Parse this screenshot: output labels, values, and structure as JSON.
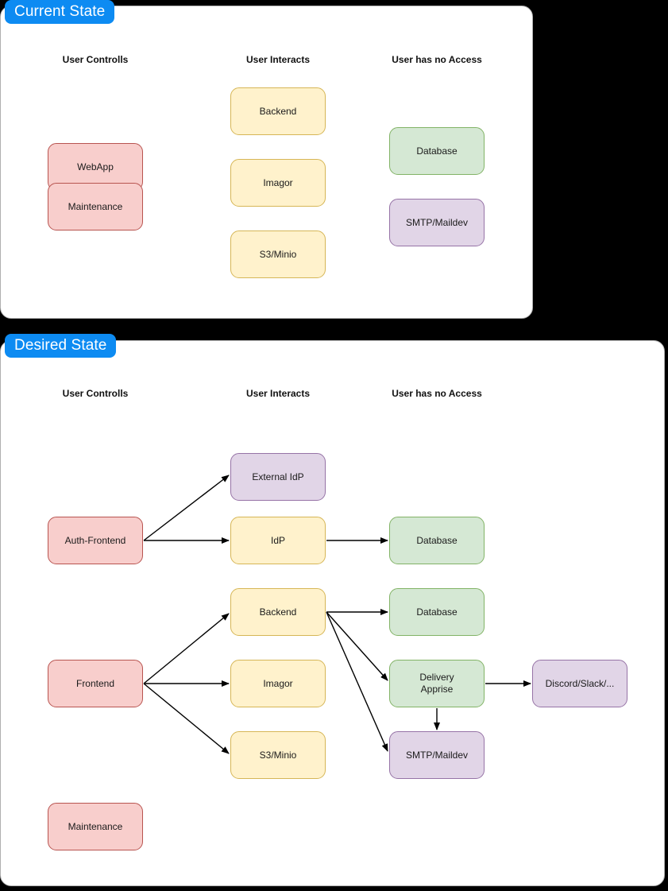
{
  "diagram": {
    "title": "Architecture: Current State vs Desired State",
    "background_color": "#000000",
    "panel_background": "#ffffff",
    "badge_color": "#0d8bf2",
    "palette": {
      "red_fill": "#f8cecc",
      "red_stroke": "#b85450",
      "yellow_fill": "#fff2cc",
      "yellow_stroke": "#d6b656",
      "green_fill": "#d5e8d4",
      "green_stroke": "#82b366",
      "purple_fill": "#e1d5e7",
      "purple_stroke": "#9673a6"
    }
  },
  "sections": [
    {
      "id": "current",
      "badge": "Current State",
      "headers": [
        {
          "label": "User Controlls"
        },
        {
          "label": "User Interacts"
        },
        {
          "label": "User has no Access"
        }
      ],
      "nodes": [
        {
          "id": "cur-webapp",
          "label": "WebApp",
          "color": "red"
        },
        {
          "id": "cur-maintenance",
          "label": "Maintenance",
          "color": "red"
        },
        {
          "id": "cur-backend",
          "label": "Backend",
          "color": "yellow"
        },
        {
          "id": "cur-imagor",
          "label": "Imagor",
          "color": "yellow"
        },
        {
          "id": "cur-s3minio",
          "label": "S3/Minio",
          "color": "yellow"
        },
        {
          "id": "cur-database",
          "label": "Database",
          "color": "green"
        },
        {
          "id": "cur-smtp",
          "label": "SMTP/Maildev",
          "color": "purple"
        }
      ],
      "edges": []
    },
    {
      "id": "desired",
      "badge": "Desired State",
      "headers": [
        {
          "label": "User Controlls"
        },
        {
          "label": "User Interacts"
        },
        {
          "label": "User has no Access"
        }
      ],
      "nodes": [
        {
          "id": "des-authfrontend",
          "label": "Auth-Frontend",
          "color": "red"
        },
        {
          "id": "des-frontend",
          "label": "Frontend",
          "color": "red"
        },
        {
          "id": "des-maintenance",
          "label": "Maintenance",
          "color": "red"
        },
        {
          "id": "des-externalidp",
          "label": "External IdP",
          "color": "purple"
        },
        {
          "id": "des-idp",
          "label": "IdP",
          "color": "yellow"
        },
        {
          "id": "des-backend",
          "label": "Backend",
          "color": "yellow"
        },
        {
          "id": "des-imagor",
          "label": "Imagor",
          "color": "yellow"
        },
        {
          "id": "des-s3minio",
          "label": "S3/Minio",
          "color": "yellow"
        },
        {
          "id": "des-database-idp",
          "label": "Database",
          "color": "green"
        },
        {
          "id": "des-database-be",
          "label": "Database",
          "color": "green"
        },
        {
          "id": "des-delivery",
          "label": "Delivery\nApprise",
          "color": "green"
        },
        {
          "id": "des-smtp",
          "label": "SMTP/Maildev",
          "color": "purple"
        },
        {
          "id": "des-discord",
          "label": "Discord/Slack/...",
          "color": "purple"
        }
      ],
      "edges": [
        {
          "from": "des-authfrontend",
          "to": "des-externalidp"
        },
        {
          "from": "des-authfrontend",
          "to": "des-idp"
        },
        {
          "from": "des-idp",
          "to": "des-database-idp"
        },
        {
          "from": "des-frontend",
          "to": "des-backend"
        },
        {
          "from": "des-frontend",
          "to": "des-imagor"
        },
        {
          "from": "des-frontend",
          "to": "des-s3minio"
        },
        {
          "from": "des-backend",
          "to": "des-database-be"
        },
        {
          "from": "des-backend",
          "to": "des-delivery"
        },
        {
          "from": "des-backend",
          "to": "des-smtp"
        },
        {
          "from": "des-delivery",
          "to": "des-smtp"
        },
        {
          "from": "des-delivery",
          "to": "des-discord"
        }
      ]
    }
  ]
}
